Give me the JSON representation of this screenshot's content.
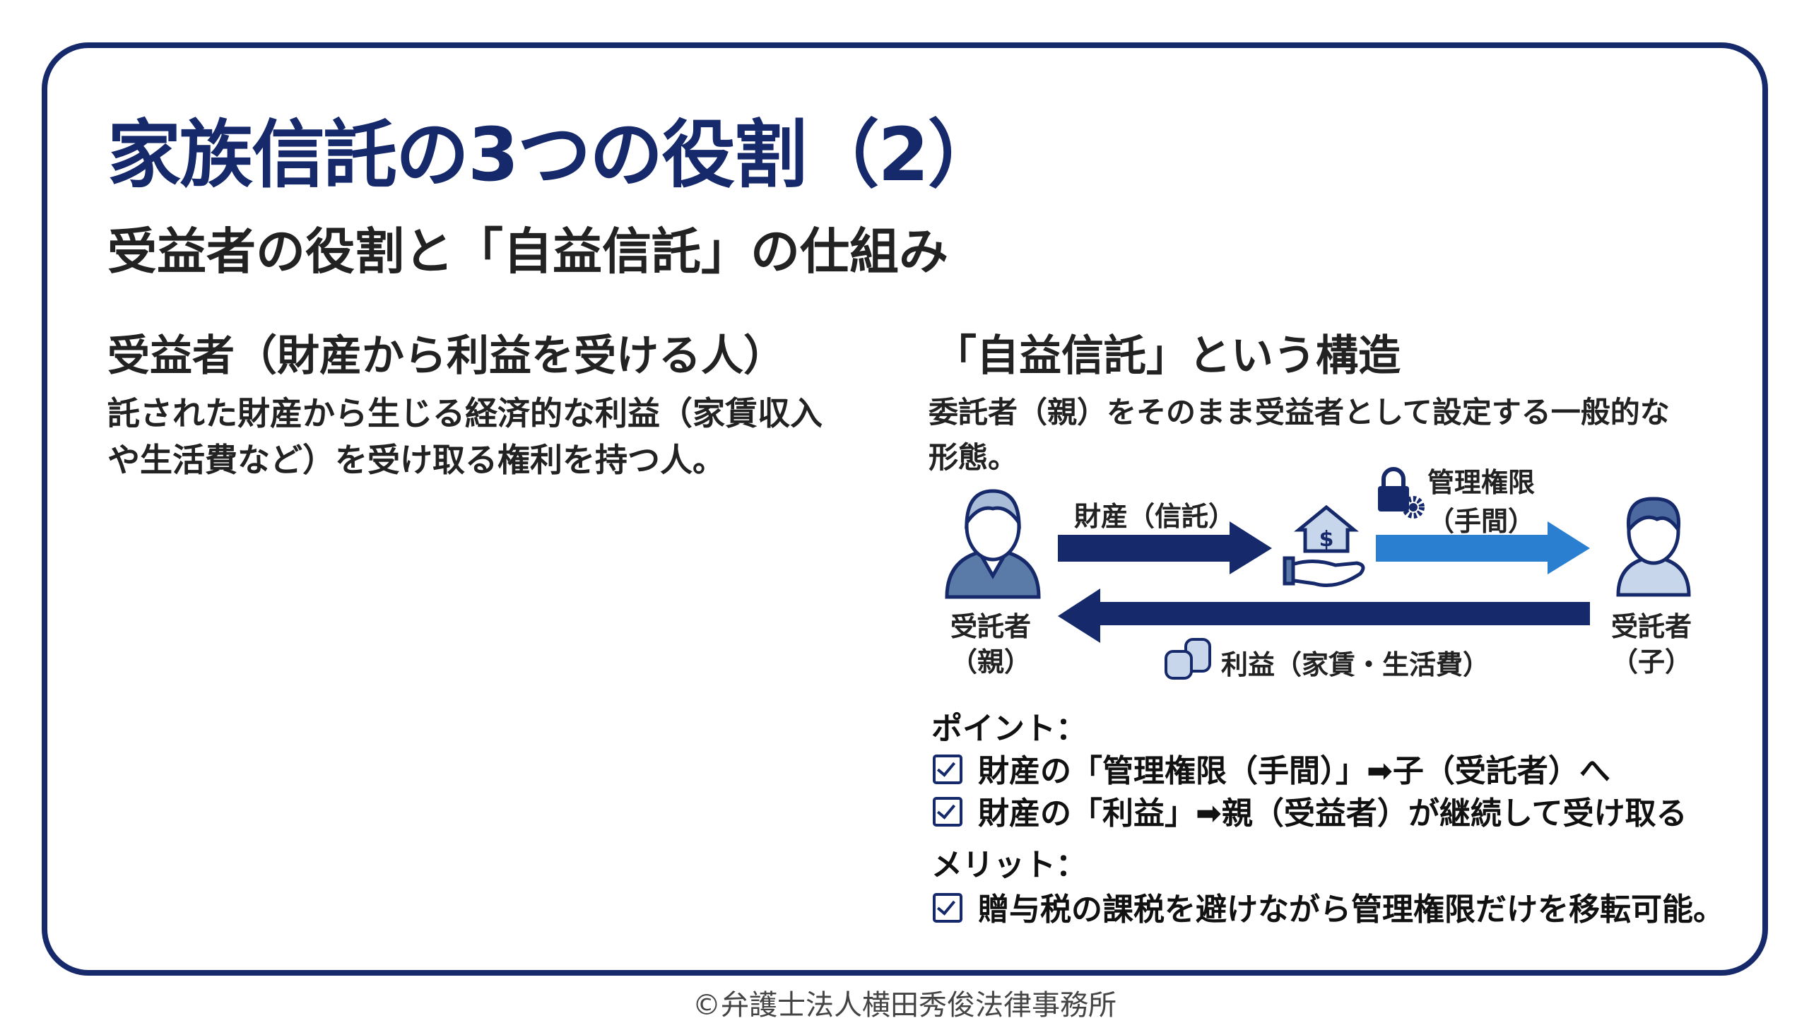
{
  "title": "家族信託の3つの役割（2）",
  "subtitle": "受益者の役割と「自益信託」の仕組み",
  "left": {
    "heading": "受益者（財産から利益を受ける人）",
    "body_lines": [
      "託された財産から生じる経済的な利益（家賃収入",
      "や生活費など）を受け取る権利を持つ人。"
    ]
  },
  "right": {
    "heading": "「自益信託」という構造",
    "body_lines": [
      "委託者（親）をそのまま受益者として設定する一般的な",
      "形態。"
    ],
    "diagram": {
      "parent_label": [
        "受託者",
        "（親）"
      ],
      "child_label": [
        "受託者",
        "（子）"
      ],
      "arrow_property": "財産（信託）",
      "arrow_management": [
        "管理権限",
        "（手間）"
      ],
      "arrow_benefit": "利益（家賃・生活費）",
      "colors": {
        "navy": "#15296b",
        "blue": "#2a7fd0"
      }
    },
    "points_heading": "ポイント：",
    "points": [
      "財産の「管理権限（手間）」➡子（受託者）へ",
      "財産の「利益」➡親（受益者）が継続して受け取る"
    ],
    "merit_heading": "メリット：",
    "merits": [
      "贈与税の課税を避けながら管理権限だけを移転可能。"
    ]
  },
  "footer": "©弁護士法人横田秀俊法律事務所"
}
